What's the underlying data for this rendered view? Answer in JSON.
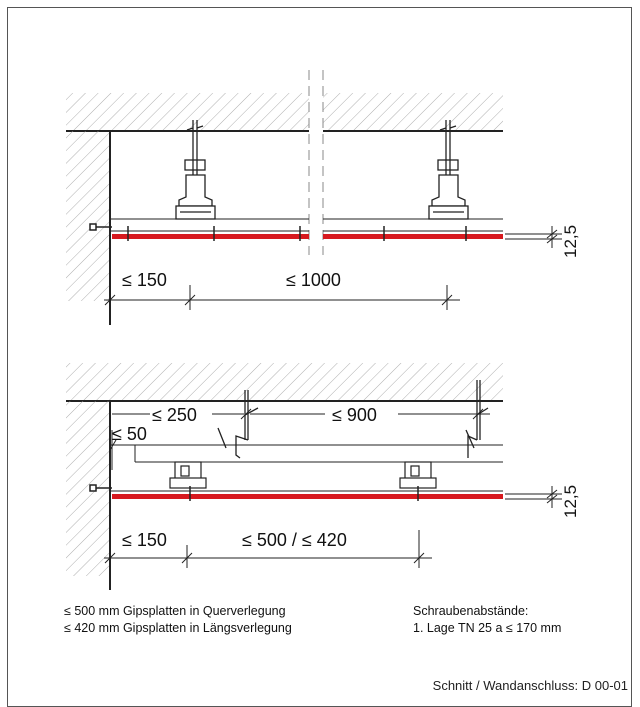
{
  "top_section": {
    "dim_wall_edge": "≤ 150",
    "dim_hanger_spacing": "≤ 1000",
    "dim_board_thickness": "12,5"
  },
  "bottom_section": {
    "dim_wall_to_first": "≤ 250",
    "dim_hanger_spacing": "≤ 900",
    "dim_wall_gap": "≤ 50",
    "dim_wall_edge": "≤ 150",
    "dim_profile_spacing": "≤ 500 / ≤ 420",
    "dim_board_thickness": "12,5"
  },
  "notes": {
    "left_line1": "≤ 500 mm Gipsplatten in Querverlegung",
    "left_line2": "≤ 420 mm Gipsplatten in Längsverlegung",
    "right_line1": "Schraubenabstände:",
    "right_line2": "1. Lage TN 25 a ≤ 170 mm"
  },
  "caption": "Schnitt / Wandanschluss: D 00-01",
  "colors": {
    "board": "#d7191f",
    "line": "#222222",
    "hatch": "#9a9a9a"
  }
}
